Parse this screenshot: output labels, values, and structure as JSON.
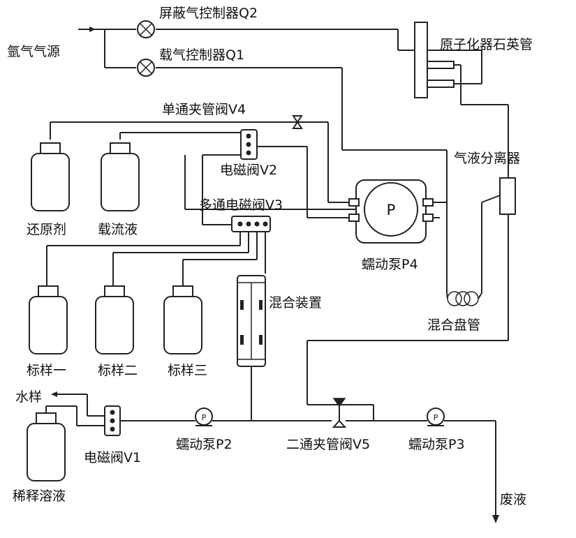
{
  "labels": {
    "argon_source": "氩气气源",
    "shield_gas_controller": "屏蔽气控制器Q2",
    "carrier_gas_controller": "载气控制器Q1",
    "atomizer_tube": "原子化器石英管",
    "pinch_valve_v4": "单通夹管阀V4",
    "solenoid_valve_v2": "电磁阀V2",
    "multi_solenoid_valve_v3": "多通电磁阀V3",
    "gas_liquid_separator": "气液分离器",
    "reductant": "还原剂",
    "carrier_liquid": "载流液",
    "peristaltic_pump_p4": "蠕动泵P4",
    "pump_p_symbol": "P",
    "mixing_device": "混合装置",
    "mixing_coil": "混合盘管",
    "standard_1": "标样一",
    "standard_2": "标样二",
    "standard_3": "标样三",
    "water_sample": "水样",
    "solenoid_valve_v1": "电磁阀V1",
    "peristaltic_pump_p2": "蠕动泵P2",
    "pinch_valve_v5": "二通夹管阀V5",
    "peristaltic_pump_p3": "蠕动泵P3",
    "waste": "废液",
    "dilution_solution": "稀释溶液"
  },
  "icons": {
    "mass_flow_controller": "circle-x-valve-icon",
    "pinch_valve": "bowtie-valve-icon",
    "solenoid_valve": "three-dot-valve-icon",
    "peristaltic_pump": "pump-circle-icon",
    "bottle": "bottle-icon",
    "coil": "coil-icon",
    "arrow": "arrow-icon"
  },
  "colors": {
    "line": "#222222",
    "background": "#ffffff"
  }
}
